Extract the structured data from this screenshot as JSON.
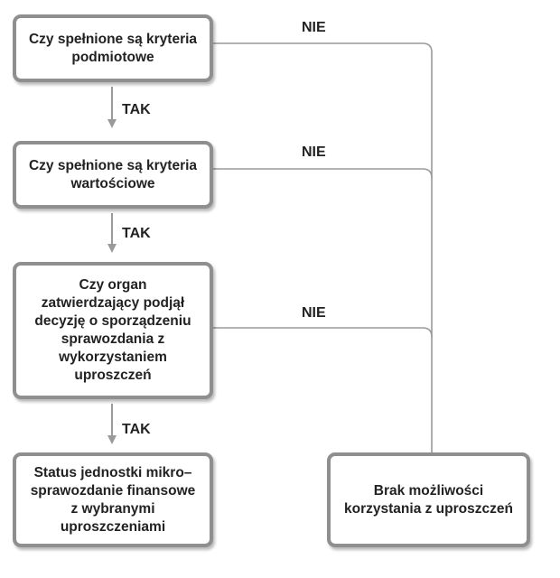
{
  "nodes": {
    "question_entity": "Czy spełnione są kryteria\npodmiotowe",
    "question_value": "Czy spełnione są kryteria\nwartościowe",
    "question_decision": "Czy organ\nzatwierdzający podjął\ndecyzję o sporządzeniu\nsprawozdania z\nwykorzystaniem\nuproszczeń",
    "result_status": "Status jednostki mikro–\nsprawozdanie finansowe\nz wybranymi\nuproszczeniami",
    "result_no": "Brak możliwości\nkorzystania z uproszczeń"
  },
  "edge_labels": {
    "yes_1": "TAK",
    "yes_2": "TAK",
    "yes_3": "TAK",
    "no_1": "NIE",
    "no_2": "NIE",
    "no_3": "NIE"
  },
  "colors": {
    "box_border": "#8f8f8f",
    "connector": "#9a9a9a",
    "text": "#222222"
  }
}
